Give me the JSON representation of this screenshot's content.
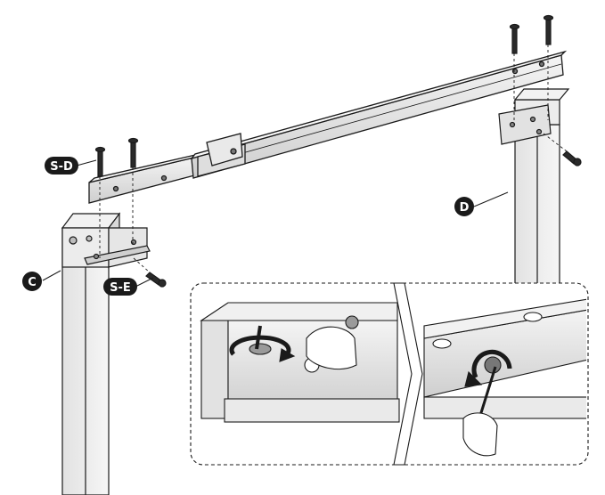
{
  "labels": {
    "leg_c": "C",
    "leg_d": "D",
    "screw_sd": "S-D",
    "screw_se": "S-E"
  },
  "colors": {
    "line": "#1a1a1a",
    "metal_light": "#ececec",
    "metal_mid": "#d4d4d4",
    "metal_dark": "#9a9a9a",
    "callout": "#1a1a1a"
  }
}
